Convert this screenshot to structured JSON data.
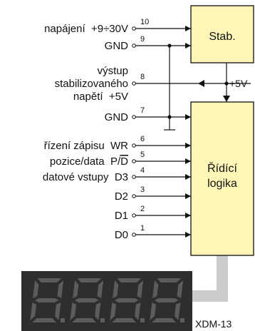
{
  "pins": [
    {
      "number": "10",
      "label": "napájení  +9÷30V"
    },
    {
      "number": "9",
      "label": "GND"
    },
    {
      "number": "8",
      "label_lines": [
        "výstup",
        "stabilizovaného",
        "napětí  +5V"
      ]
    },
    {
      "number": "7",
      "label": "GND"
    },
    {
      "number": "6",
      "label": "řízení zápisu  WR"
    },
    {
      "number": "5",
      "label_prefix": "pozice/data  P/",
      "label_overline": "D"
    },
    {
      "number": "4",
      "label": "datové vstupy  D3"
    },
    {
      "number": "3",
      "label": "D2"
    },
    {
      "number": "2",
      "label": "D1"
    },
    {
      "number": "1",
      "label": "D0"
    }
  ],
  "blocks": {
    "stab": {
      "label": "Stab."
    },
    "logic": {
      "label_lines": [
        "Řídící",
        "logika"
      ]
    }
  },
  "supply_label": "+5V",
  "module_label": "XDM-13",
  "display": {
    "digits": 4,
    "segment_color": "#5c5c5c",
    "body_color": "#2e2e2e"
  },
  "colors": {
    "block_fill": "#fdf6b6",
    "wire": "#111111",
    "connector": "#cccccc"
  }
}
